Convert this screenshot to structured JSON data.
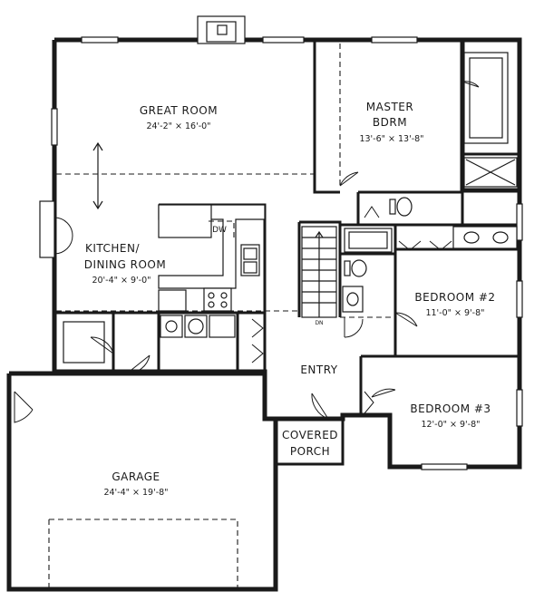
{
  "rooms": {
    "great_room": {
      "name": "GREAT ROOM",
      "size": "24'-2\" × 16'-0\""
    },
    "master_bedroom": {
      "name_line1": "MASTER",
      "name_line2": "BDRM",
      "size": "13'-6\" × 13'-8\""
    },
    "kitchen_dining": {
      "name_line1": "KITCHEN/",
      "name_line2": "DINING ROOM",
      "size": "20'-4\" × 9'-0\""
    },
    "bedroom_2": {
      "name": "BEDROOM #2",
      "size": "11'-0\" × 9'-8\""
    },
    "bedroom_3": {
      "name": "BEDROOM #3",
      "size": "12'-0\" × 9'-8\""
    },
    "entry": {
      "name": "ENTRY"
    },
    "covered_porch": {
      "name_line1": "COVERED",
      "name_line2": "PORCH"
    },
    "garage": {
      "name": "GARAGE",
      "size": "24'-4\" × 19'-8\""
    }
  },
  "fixtures": {
    "dishwasher": "DW",
    "stair_direction": "DN"
  }
}
